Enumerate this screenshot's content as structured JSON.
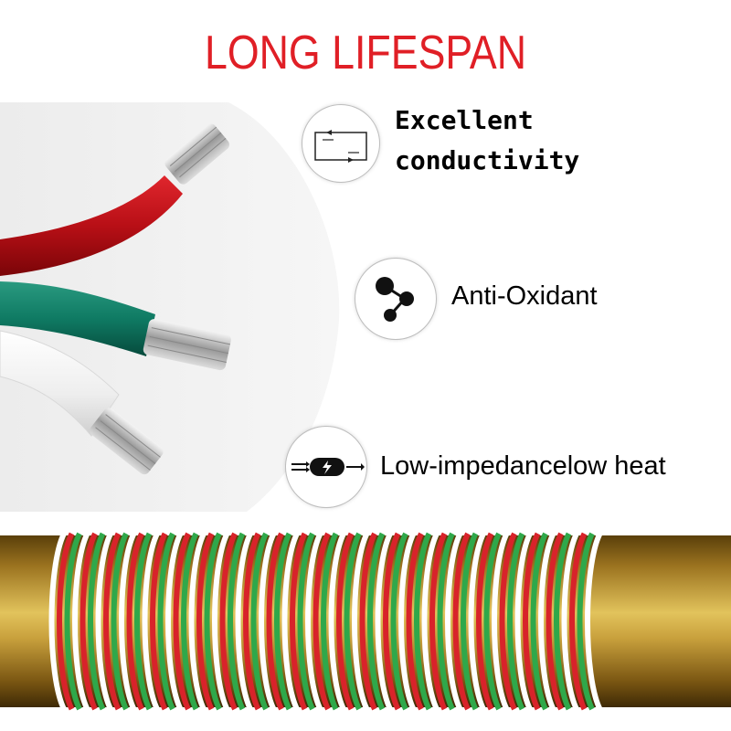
{
  "banner": {
    "title": "LONG LIFESPAN",
    "color": "#e01f26"
  },
  "features": [
    {
      "icon": "circuit-loop-icon",
      "line1": "Excellent",
      "line2": "conductivity"
    },
    {
      "icon": "molecule-icon",
      "label": "Anti-Oxidant"
    },
    {
      "icon": "lightning-flow-icon",
      "label": "Low-impedancelow heat"
    }
  ],
  "colors": {
    "red_wire": "#c1121a",
    "green_wire": "#0f7a63",
    "white_wire": "#f2f2f2",
    "brass": "#b8902a"
  }
}
